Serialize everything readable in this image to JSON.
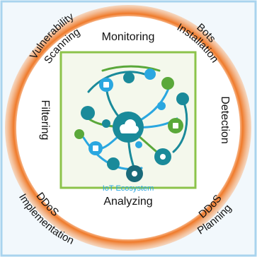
{
  "outer_labels": {
    "top_left": [
      "Vulnerability",
      "Scanning"
    ],
    "top_right": [
      "Bots",
      "Installation"
    ],
    "bottom_left": [
      "DDoS",
      "Implementation"
    ],
    "bottom_right": [
      "DDoS",
      "Planning"
    ]
  },
  "ring_labels": {
    "top": "Monitoring",
    "right": "Detection",
    "bottom": "Analyzing",
    "left": "Filtering"
  },
  "center": {
    "caption": "IoT Ecosystem",
    "icon": "cloud-icon"
  },
  "colors": {
    "outer_frame_border": "#a9d4ee",
    "outer_frame_fill": "#f2f8fc",
    "ring": "#ef7a2a",
    "inner_border": "#8cc34a",
    "inner_fill": "#f4f8ec",
    "accent_blue": "#2aa7e0",
    "accent_teal": "#1a8a9a",
    "accent_green": "#5aa83a"
  }
}
